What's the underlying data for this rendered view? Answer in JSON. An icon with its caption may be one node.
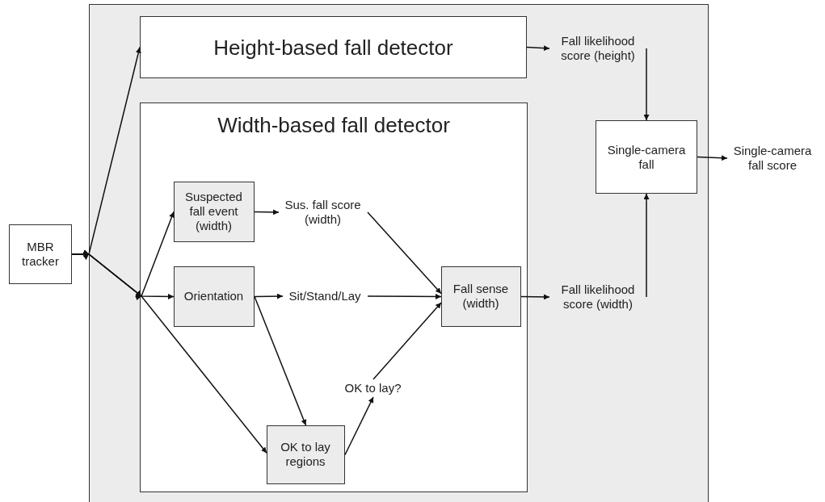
{
  "diagram": {
    "nodes": [
      {
        "text": [
          "MBR tracker"
        ]
      },
      {
        "text": [
          "Height-based fall detector"
        ]
      },
      {
        "text": [
          "Width-based fall detector"
        ]
      },
      {
        "text": [
          "Suspected fall event (width)"
        ],
        "in": 2
      },
      {
        "text": [
          "Orientation"
        ],
        "in": 2
      },
      {
        "text": [
          "OK to lay regions"
        ],
        "in": 2
      },
      {
        "text": [
          "Sus. fall score (width)"
        ],
        "in": 2
      },
      {
        "text": [
          "Sit/Stand/Lay"
        ],
        "in": 2
      },
      {
        "text": [
          "OK to lay?"
        ],
        "in": 2
      },
      {
        "text": [
          "Fall sense (width)"
        ],
        "in": 2
      },
      {
        "text": [
          "Fall likelihood score (height)"
        ]
      },
      {
        "text": [
          "Fall likelihood score (width)"
        ]
      },
      {
        "text": [
          "Single-camera fall"
        ]
      },
      {
        "text": [
          "Single-camera fall score"
        ]
      }
    ],
    "edges": [
      {
        "from": 0,
        "to": 1,
        "arrow": "to"
      },
      {
        "from": 0,
        "to": 3,
        "arrow": "to"
      },
      {
        "from": 0,
        "to": 4,
        "arrow": "to"
      },
      {
        "from": 0,
        "to": 5,
        "arrow": "to"
      },
      {
        "from": 4,
        "to": 5,
        "arrow": "to"
      },
      {
        "from": 3,
        "to": 6,
        "arrow": "to"
      },
      {
        "from": 4,
        "to": 7,
        "arrow": "to"
      },
      {
        "from": 5,
        "to": 8,
        "arrow": "to"
      },
      {
        "from": 8,
        "to": 9,
        "arrow": "to"
      },
      {
        "from": 6,
        "to": 9,
        "arrow": "to"
      },
      {
        "from": 7,
        "to": 9,
        "arrow": "to"
      },
      {
        "from": 9,
        "to": 11,
        "arrow": "to"
      },
      {
        "from": 1,
        "to": 10,
        "arrow": "to"
      },
      {
        "from": 10,
        "to": 12,
        "arrow": "to"
      },
      {
        "from": 11,
        "to": 12,
        "arrow": "to"
      },
      {
        "from": 12,
        "to": 13,
        "arrow": "to"
      }
    ]
  }
}
